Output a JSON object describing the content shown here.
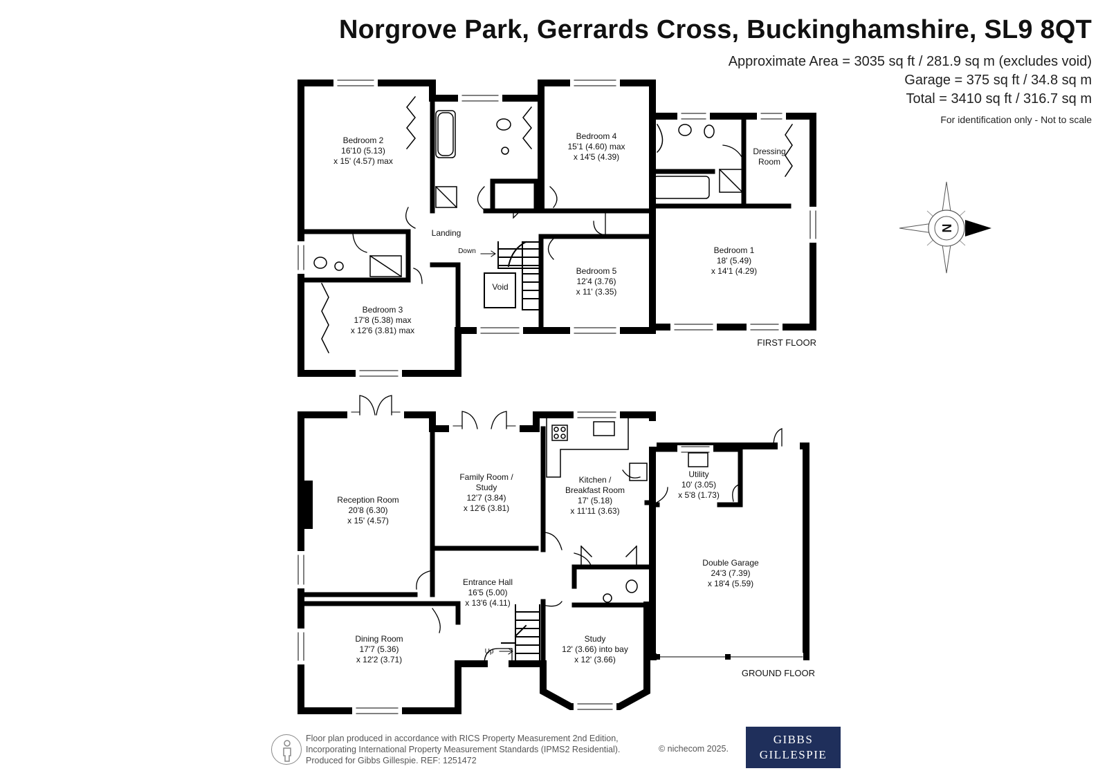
{
  "header": {
    "title": "Norgrove Park, Gerrards Cross, Buckinghamshire, SL9 8QT",
    "area_line": "Approximate Area = 3035 sq ft / 281.9 sq m (excludes void)",
    "garage_line": "Garage = 375 sq ft / 34.8 sq m",
    "total_line": "Total = 3410 sq ft / 316.7 sq m",
    "note": "For identification only - Not to scale"
  },
  "compass": {
    "label": "N"
  },
  "first_floor": {
    "label": "FIRST FLOOR",
    "rooms": {
      "bedroom2": [
        "Bedroom 2",
        "16'10 (5.13)",
        "x 15' (4.57) max"
      ],
      "bedroom4": [
        "Bedroom 4",
        "15'1 (4.60) max",
        "x 14'5 (4.39)"
      ],
      "dressing": [
        "Dressing",
        "Room"
      ],
      "landing": [
        "Landing"
      ],
      "down": "Down",
      "void": "Void",
      "bedroom5": [
        "Bedroom 5",
        "12'4 (3.76)",
        "x 11' (3.35)"
      ],
      "bedroom1": [
        "Bedroom 1",
        "18' (5.49)",
        "x 14'1 (4.29)"
      ],
      "bedroom3": [
        "Bedroom 3",
        "17'8 (5.38) max",
        "x 12'6 (3.81) max"
      ]
    }
  },
  "ground_floor": {
    "label": "GROUND FLOOR",
    "rooms": {
      "reception": [
        "Reception Room",
        "20'8 (6.30)",
        "x 15' (4.57)"
      ],
      "family": [
        "Family Room /",
        "Study",
        "12'7 (3.84)",
        "x 12'6 (3.81)"
      ],
      "kitchen": [
        "Kitchen /",
        "Breakfast Room",
        "17' (5.18)",
        "x 11'11 (3.63)"
      ],
      "utility": [
        "Utility",
        "10' (3.05)",
        "x 5'8 (1.73)"
      ],
      "garage": [
        "Double Garage",
        "24'3 (7.39)",
        "x 18'4 (5.59)"
      ],
      "hall": [
        "Entrance Hall",
        "16'5 (5.00)",
        "x 13'6 (4.11)"
      ],
      "dining": [
        "Dining Room",
        "17'7 (5.36)",
        "x 12'2 (3.71)"
      ],
      "study": [
        "Study",
        "12' (3.66) into bay",
        "x 12' (3.66)"
      ],
      "up": "Up"
    }
  },
  "footer": {
    "line1": "Floor plan produced in accordance with RICS Property Measurement 2nd Edition,",
    "line2": "Incorporating International Property Measurement Standards (IPMS2 Residential).",
    "line3": "Produced for Gibbs Gillespie.   REF:  1251472",
    "copyright": "© nichecom 2025.",
    "logo_line1": "GIBBS",
    "logo_line2": "GILLESPIE"
  }
}
